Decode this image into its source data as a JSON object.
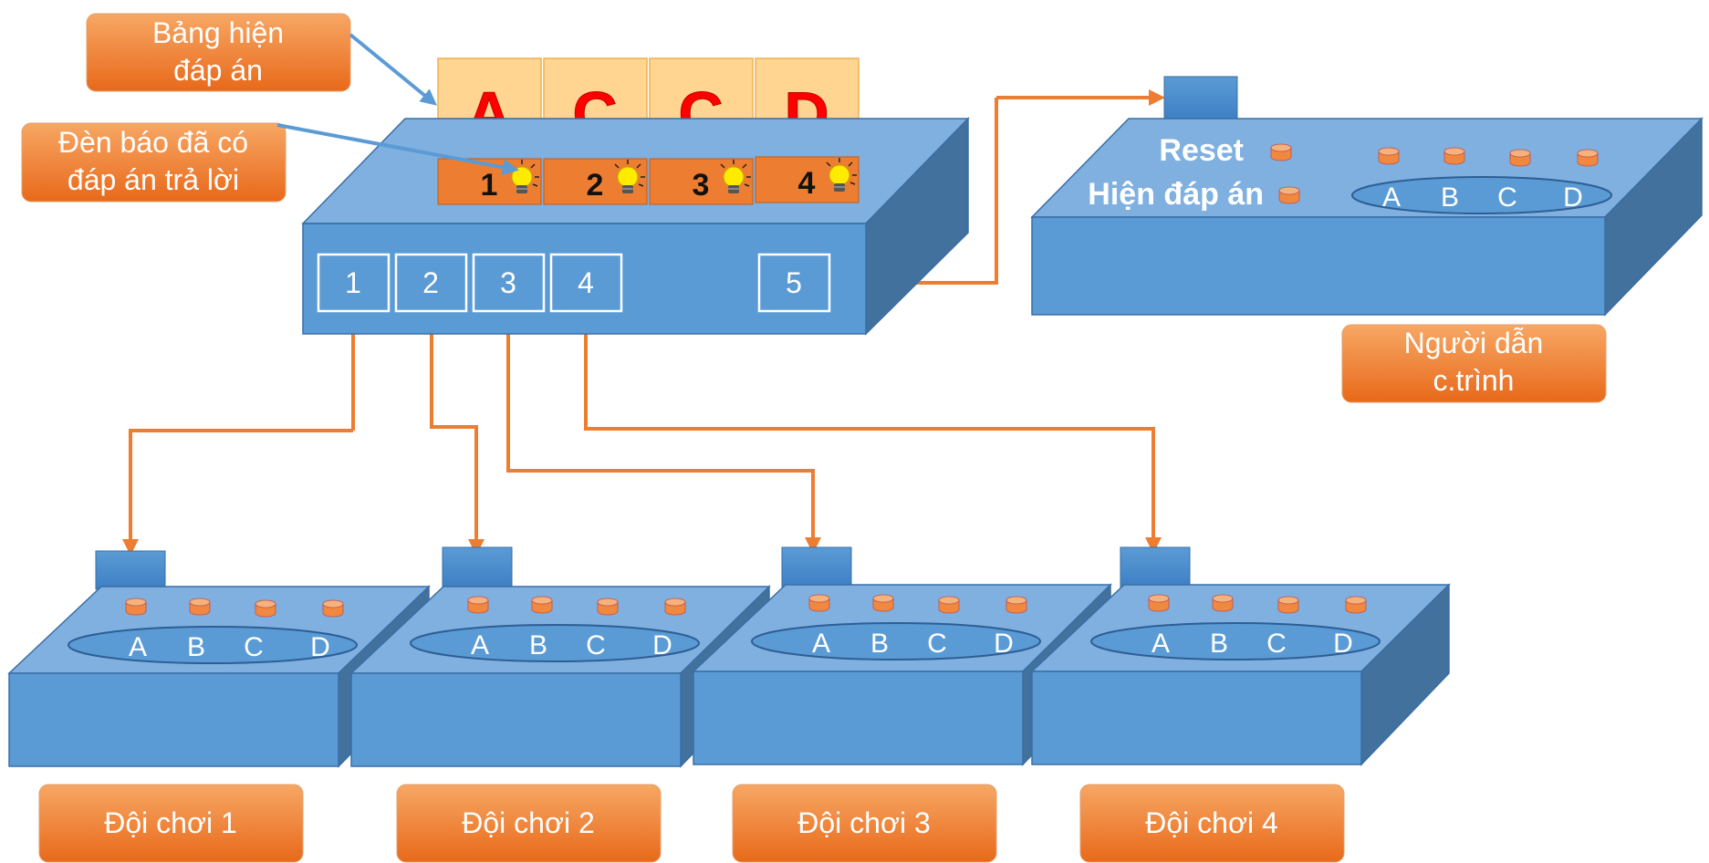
{
  "colors": {
    "box_front": "#5b9bd5",
    "box_top": "#7fb0e0",
    "box_side": "#41719c",
    "box_edge": "#3a6ea5",
    "connector": "#ed7d31",
    "orange_light": "#f5a05a",
    "orange_dark": "#e96d1e",
    "letter_red": "#ff0000",
    "panel_yellow": "#ffd591",
    "bulb": "#ffeb00"
  },
  "callouts": {
    "display_board": [
      "Bảng hiện",
      "đáp án"
    ],
    "indicator": [
      "Đèn báo đã có",
      "đáp án trả lời"
    ],
    "host": [
      "Người dẫn",
      "c.trình"
    ]
  },
  "display": {
    "answers": [
      "A",
      "C",
      "C",
      "D"
    ],
    "team_numbers": [
      "1",
      "2",
      "3",
      "4"
    ]
  },
  "hub": {
    "ports": [
      "1",
      "2",
      "3",
      "4"
    ],
    "host_port": "5"
  },
  "host_console": {
    "reset_label": "Reset",
    "reveal_label": "Hiện đáp án",
    "keys": [
      "A",
      "B",
      "C",
      "D"
    ]
  },
  "teams": [
    {
      "label": "Đội chơi 1",
      "keys": [
        "A",
        "B",
        "C",
        "D"
      ]
    },
    {
      "label": "Đội chơi 2",
      "keys": [
        "A",
        "B",
        "C",
        "D"
      ]
    },
    {
      "label": "Đội chơi 3",
      "keys": [
        "A",
        "B",
        "C",
        "D"
      ]
    },
    {
      "label": "Đội chơi 4",
      "keys": [
        "A",
        "B",
        "C",
        "D"
      ]
    }
  ]
}
